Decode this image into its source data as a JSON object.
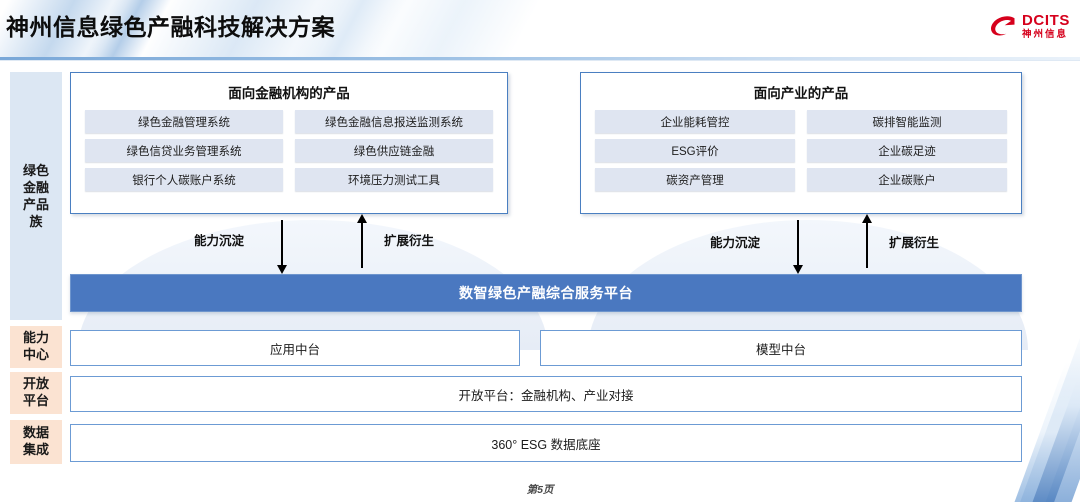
{
  "header": {
    "title": "神州信息绿色产融科技解决方案",
    "logo": {
      "en": "DCITS",
      "cn": "神州信息",
      "color": "#d6001c",
      "mark": "swoosh-icon"
    }
  },
  "rail": {
    "items": [
      {
        "label": "绿色\n金融\n产品\n族",
        "color": "#dce7f3"
      },
      {
        "label": "能力\n中心",
        "color": "#fbe3d2"
      },
      {
        "label": "开放\n平台",
        "color": "#fbe3d2"
      },
      {
        "label": "数据\n集成",
        "color": "#fbe3d2"
      }
    ]
  },
  "panels": [
    {
      "title": "面向金融机构的产品",
      "items": [
        "绿色金融管理系统",
        "绿色金融信息报送监测系统",
        "绿色信贷业务管理系统",
        "绿色供应链金融",
        "银行个人碳账户系统",
        "环境压力测试工具"
      ]
    },
    {
      "title": "面向产业的产品",
      "items": [
        "企业能耗管控",
        "碳排智能监测",
        "ESG评价",
        "企业碳足迹",
        "碳资产管理",
        "企业碳账户"
      ]
    }
  ],
  "flows": {
    "down_label": "能力沉淀",
    "up_label": "扩展衍生"
  },
  "platform": {
    "label": "数智绿色产融综合服务平台",
    "color": "#4a78c0"
  },
  "middle_row": [
    "应用中台",
    "模型中台"
  ],
  "open_row": "开放平台：金融机构、产业对接",
  "data_row": "360° ESG 数据底座",
  "footer": {
    "page": "第5页"
  }
}
